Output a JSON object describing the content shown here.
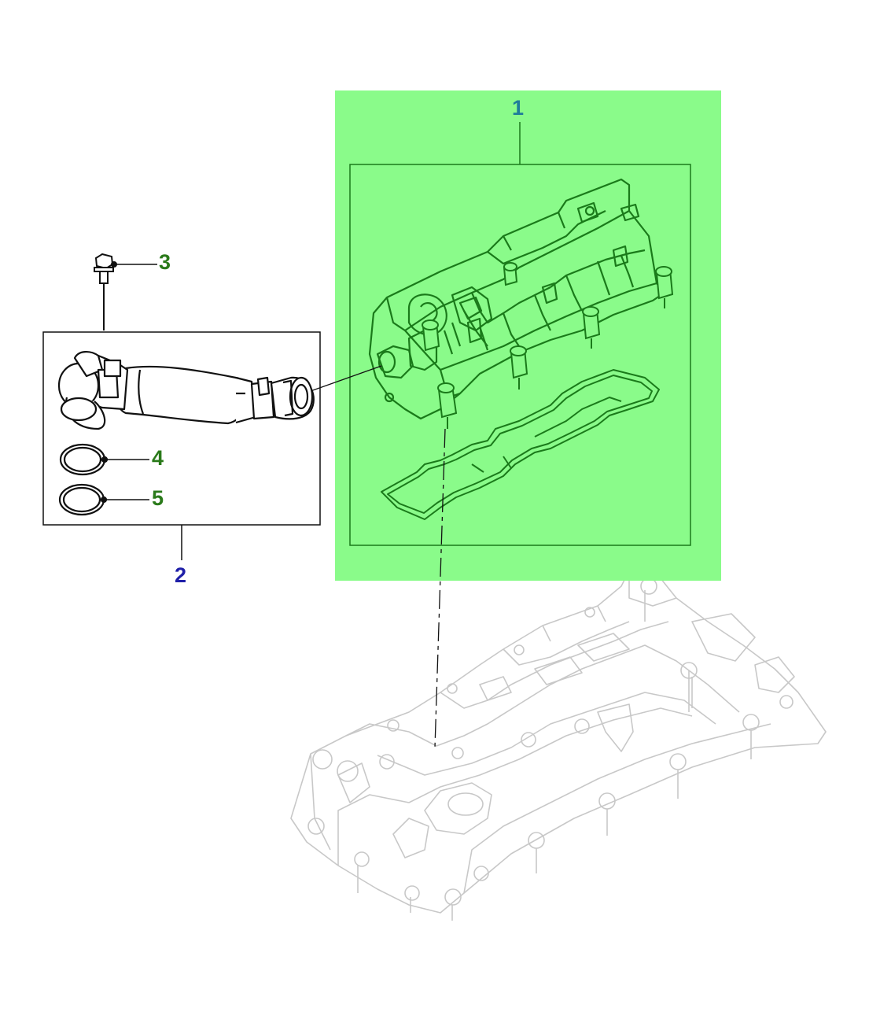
{
  "colors": {
    "highlight_fill": "#8afb8a",
    "part_line": "#1a7a1a",
    "callout_teal": "#1f7c9a",
    "callout_blue": "#1f1fa8",
    "callout_green": "#2a7a1a",
    "ghost_line": "#c8c8c8",
    "black_line": "#111111"
  },
  "callouts": [
    {
      "id": "1",
      "label": "1",
      "part": "cam-cover-assembly",
      "color": "#1f7c9a"
    },
    {
      "id": "2",
      "label": "2",
      "part": "breather-hose-kit",
      "color": "#1f1fa8"
    },
    {
      "id": "3",
      "label": "3",
      "part": "bolt",
      "color": "#2a7a1a"
    },
    {
      "id": "4",
      "label": "4",
      "part": "o-ring",
      "color": "#2a7a1a"
    },
    {
      "id": "5",
      "label": "5",
      "part": "o-ring",
      "color": "#2a7a1a"
    }
  ]
}
